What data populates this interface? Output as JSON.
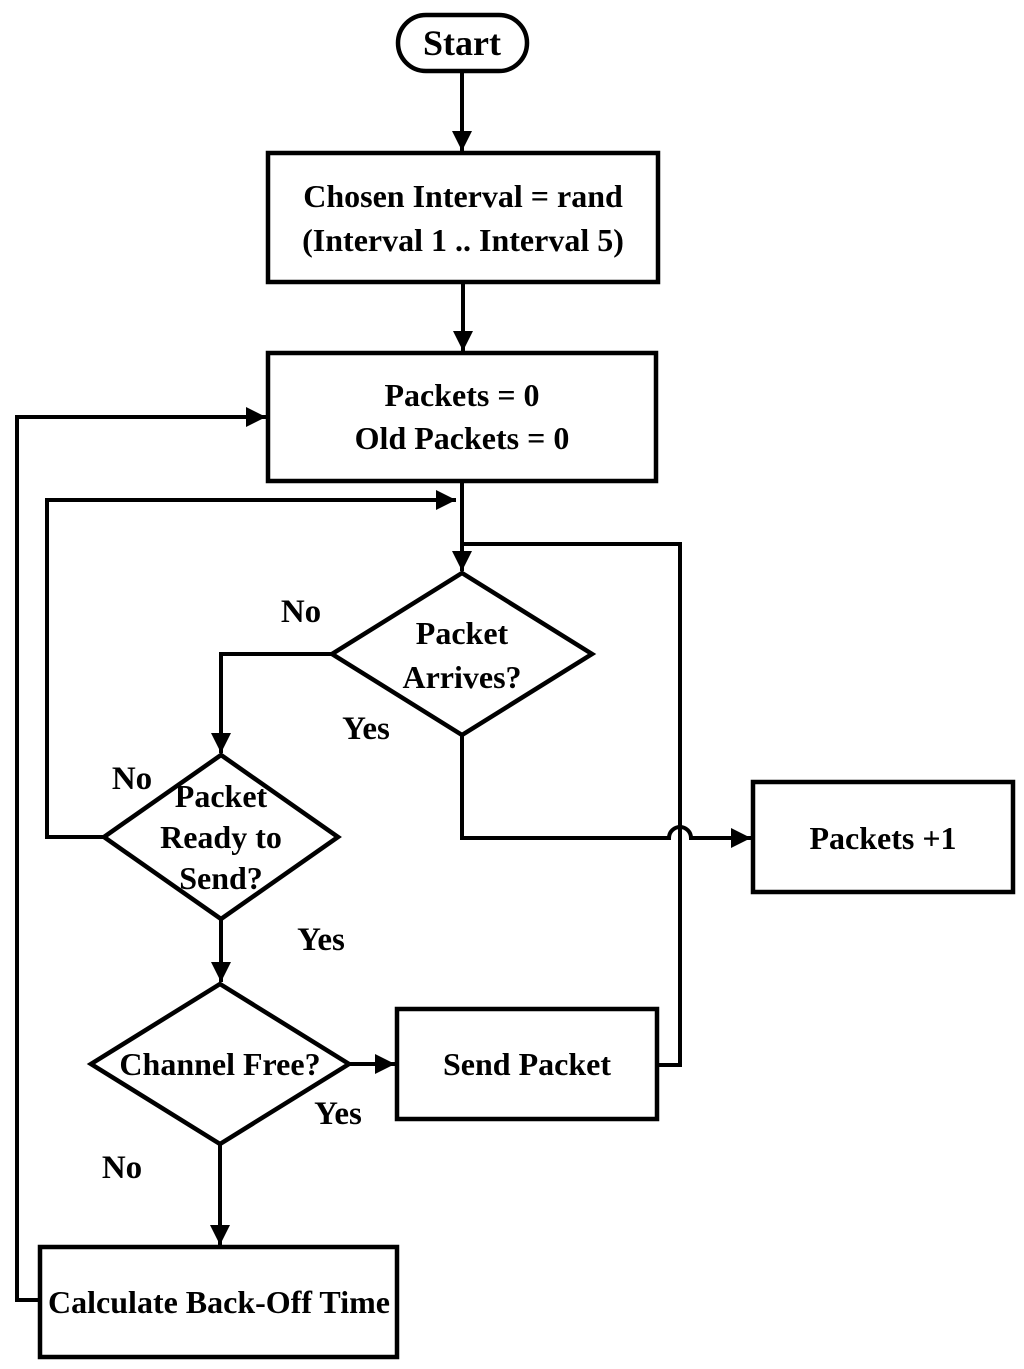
{
  "flowchart": {
    "background_color": "#ffffff",
    "stroke_color": "#000000",
    "nodes": {
      "start": {
        "type": "terminator",
        "label": "Start"
      },
      "chosen_interval": {
        "type": "process",
        "line1": "Chosen Interval = rand",
        "line2": "(Interval 1 .. Interval 5)"
      },
      "init_packets": {
        "type": "process",
        "line1": "Packets = 0",
        "line2": "Old Packets = 0"
      },
      "packet_arrives": {
        "type": "decision",
        "line1": "Packet",
        "line2": "Arrives?"
      },
      "packet_ready": {
        "type": "decision",
        "line1": "Packet",
        "line2": "Ready to",
        "line3": "Send?"
      },
      "channel_free": {
        "type": "decision",
        "label": "Channel Free?"
      },
      "send_packet": {
        "type": "process",
        "label": "Send Packet"
      },
      "packets_plus_1": {
        "type": "process",
        "label": "Packets +1"
      },
      "calculate_backoff": {
        "type": "process",
        "label": "Calculate Back-Off Time"
      }
    },
    "edge_labels": {
      "packet_arrives_no": "No",
      "packet_arrives_yes": "Yes",
      "packet_ready_no": "No",
      "packet_ready_yes": "Yes",
      "channel_free_yes": "Yes",
      "channel_free_no": "No"
    },
    "edges": [
      {
        "from": "start",
        "to": "chosen_interval",
        "label": ""
      },
      {
        "from": "chosen_interval",
        "to": "init_packets",
        "label": ""
      },
      {
        "from": "init_packets",
        "to": "packet_arrives",
        "label": ""
      },
      {
        "from": "packet_arrives",
        "to": "packet_ready",
        "label": "No"
      },
      {
        "from": "packet_arrives",
        "to": "packets_plus_1",
        "label": "Yes"
      },
      {
        "from": "packet_ready",
        "to": "packet_arrives",
        "label": "No"
      },
      {
        "from": "packet_ready",
        "to": "channel_free",
        "label": "Yes"
      },
      {
        "from": "channel_free",
        "to": "send_packet",
        "label": "Yes"
      },
      {
        "from": "channel_free",
        "to": "calculate_backoff",
        "label": "No"
      },
      {
        "from": "send_packet",
        "to": "packet_arrives",
        "label": ""
      },
      {
        "from": "calculate_backoff",
        "to": "init_packets",
        "label": ""
      }
    ]
  }
}
